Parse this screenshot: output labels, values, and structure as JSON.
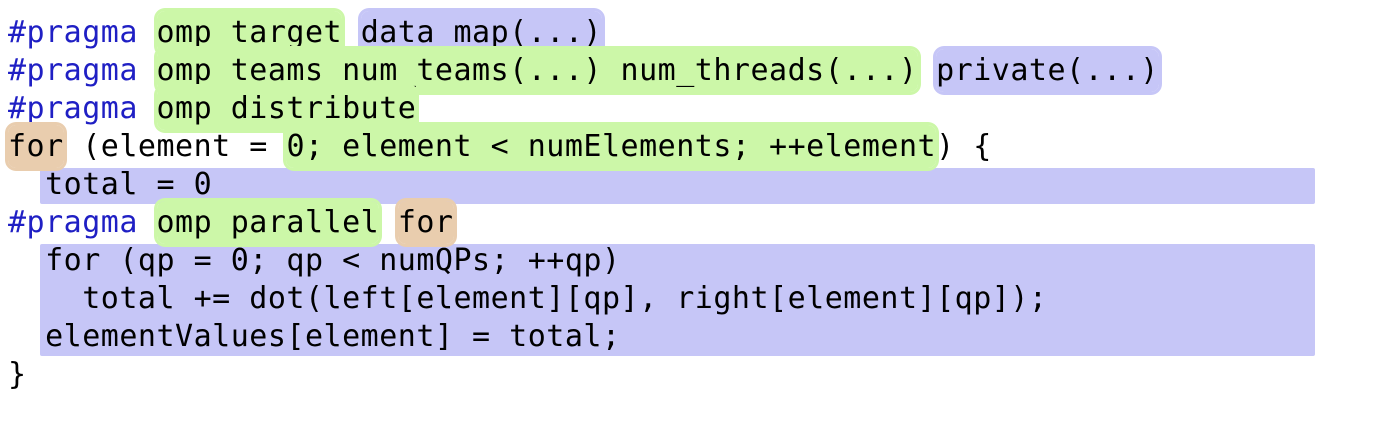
{
  "code": {
    "language": "c-openmp",
    "colors": {
      "background": "#ffffff",
      "text": "#000000",
      "pragma_keyword": "#1f1fc4",
      "highlight_green": "#ccf7a8",
      "highlight_purple": "#c6c6f7",
      "highlight_tan": "#e9cdae"
    },
    "lines": [
      {
        "n": 1,
        "text": "#pragma omp target data map(...)",
        "segments": [
          {
            "text": "#pragma",
            "style": "pragma"
          },
          {
            "text": " ",
            "style": "plain"
          },
          {
            "text": "omp target",
            "style": "green"
          },
          {
            "text": " ",
            "style": "plain"
          },
          {
            "text": "data map(...)",
            "style": "purple"
          }
        ]
      },
      {
        "n": 2,
        "text": "#pragma omp teams num_teams(...) num_threads(...) private(...)",
        "segments": [
          {
            "text": "#pragma",
            "style": "pragma"
          },
          {
            "text": " ",
            "style": "plain"
          },
          {
            "text": "omp teams num_teams(...) num_threads(...)",
            "style": "green"
          },
          {
            "text": " ",
            "style": "plain"
          },
          {
            "text": "private(...)",
            "style": "purple"
          }
        ]
      },
      {
        "n": 3,
        "text": "#pragma omp distribute",
        "segments": [
          {
            "text": "#pragma",
            "style": "pragma"
          },
          {
            "text": " ",
            "style": "plain"
          },
          {
            "text": "omp distribute",
            "style": "green"
          }
        ]
      },
      {
        "n": 4,
        "text": "for (element = 0; element < numElements; ++element) {",
        "segments": [
          {
            "text": "for",
            "style": "tan"
          },
          {
            "text": " (element = ",
            "style": "plain"
          },
          {
            "text": "0; element < numElements; ++element",
            "style": "green"
          },
          {
            "text": ") {",
            "style": "plain"
          }
        ]
      },
      {
        "n": 5,
        "text": "  total = 0",
        "block": "purple",
        "segments": [
          {
            "text": "  total = 0",
            "style": "plain"
          }
        ]
      },
      {
        "n": 6,
        "text": "#pragma omp parallel for",
        "segments": [
          {
            "text": "#pragma",
            "style": "pragma"
          },
          {
            "text": " ",
            "style": "plain"
          },
          {
            "text": "omp parallel",
            "style": "green"
          },
          {
            "text": " ",
            "style": "plain"
          },
          {
            "text": "for",
            "style": "tan"
          }
        ]
      },
      {
        "n": 7,
        "text": "  for (qp = 0; qp < numQPs; ++qp)",
        "block": "purple",
        "segments": [
          {
            "text": "  for (qp = 0; qp < numQPs; ++qp)",
            "style": "plain"
          }
        ]
      },
      {
        "n": 8,
        "text": "    total += dot(left[element][qp], right[element][qp]);",
        "block": "purple",
        "segments": [
          {
            "text": "    total += dot(left[element][qp], right[element][qp]);",
            "style": "plain"
          }
        ]
      },
      {
        "n": 9,
        "text": "  elementValues[element] = total;",
        "block": "purple",
        "segments": [
          {
            "text": "  elementValues[element] = total;",
            "style": "plain"
          }
        ]
      },
      {
        "n": 10,
        "text": "}",
        "segments": [
          {
            "text": "}",
            "style": "plain"
          }
        ]
      }
    ]
  }
}
